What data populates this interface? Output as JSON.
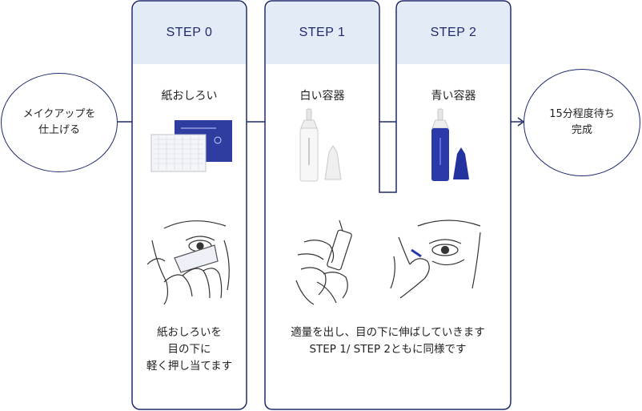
{
  "start": {
    "text": "メイクアップを\n仕上げる"
  },
  "end": {
    "text": "15分程度待ち\n完成"
  },
  "steps": [
    {
      "header": "STEP 0",
      "product": "紙おしろい",
      "description": "紙おしろいを\n目の下に\n軽く押し当てます"
    },
    {
      "header": "STEP 1",
      "product": "白い容器"
    },
    {
      "header": "STEP 2",
      "product": "青い容器"
    }
  ],
  "shared_description": "適量を出し、目の下に伸ばしていきます\nSTEP 1/ STEP 2ともに同様です",
  "colors": {
    "outline": "#1f2a6e",
    "header_bg": "#e3ebf6",
    "bottle_blue": "#2a3aa8"
  }
}
